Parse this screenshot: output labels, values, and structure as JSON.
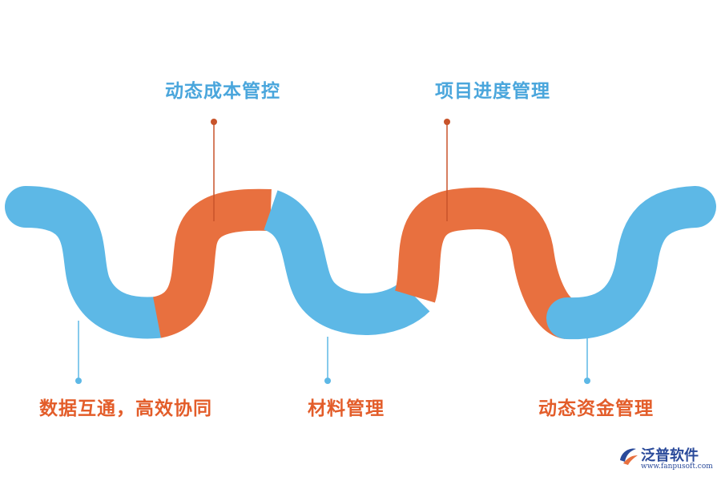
{
  "colors": {
    "blue": "#5db8e6",
    "orange": "#e8703f",
    "blue_text": "#4aa6dc",
    "orange_text": "#e35d2a",
    "orange_line": "#c8532a",
    "blue_line": "#5db8e6"
  },
  "labels": {
    "top_left": "动态成本管控",
    "top_right": "项目进度管理",
    "bottom_left": "数据互通，高效协同",
    "bottom_center": "材料管理",
    "bottom_right": "动态资金管理"
  },
  "logo": {
    "name": "泛普软件",
    "url": "www.fanpusoft.com",
    "icon": "fanpu-logo-icon"
  }
}
